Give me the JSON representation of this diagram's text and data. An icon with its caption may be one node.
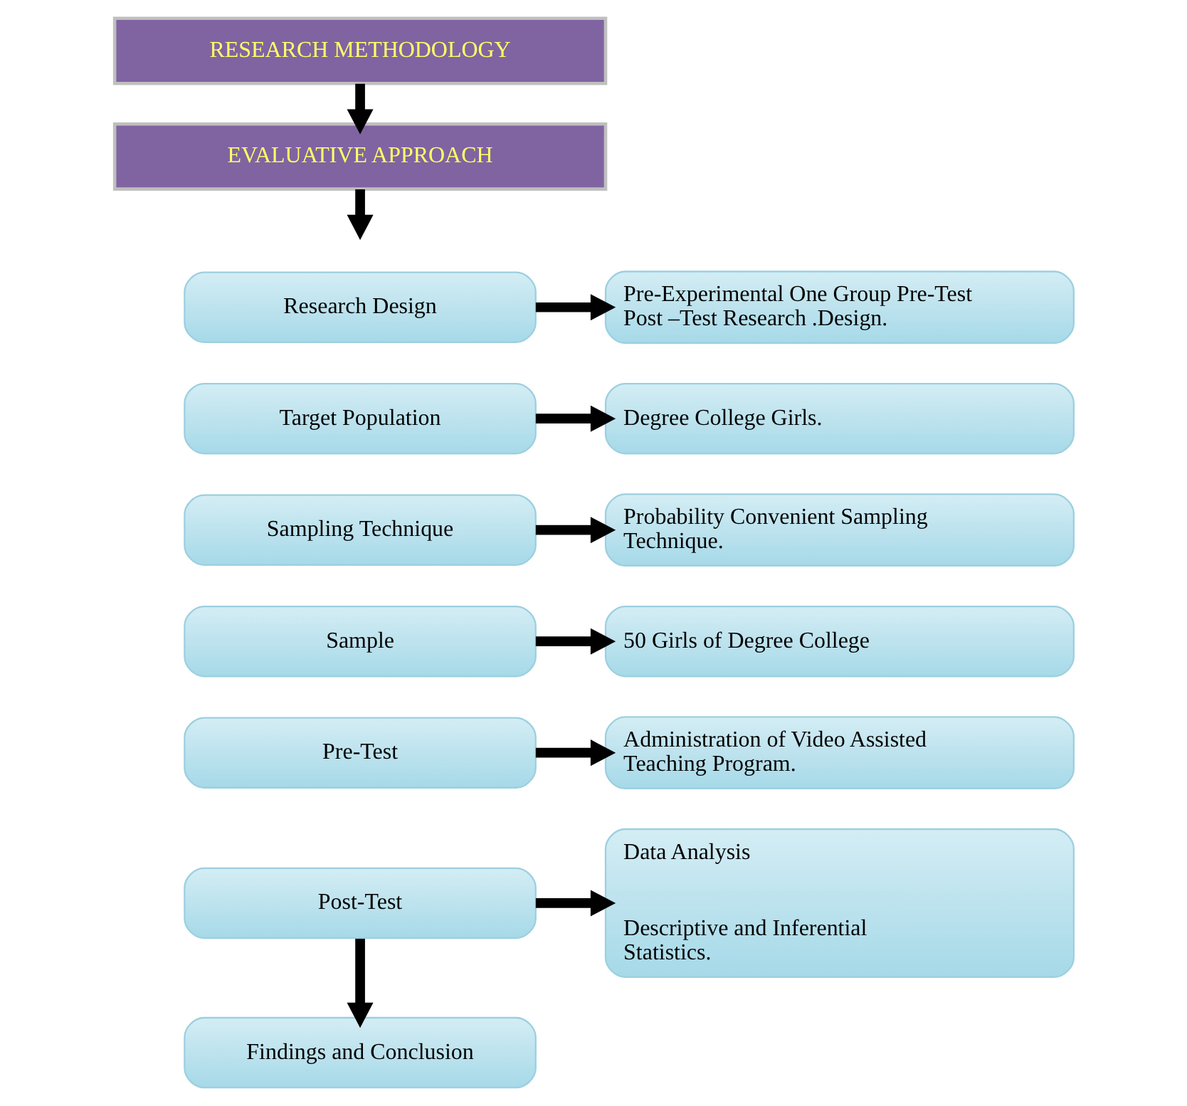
{
  "diagram": {
    "nodes": [
      {
        "text": [
          "RESEARCH METHODOLOGY"
        ]
      },
      {
        "text": [
          "EVALUATIVE APPROACH"
        ]
      },
      {
        "text": [
          "Research Design"
        ]
      },
      {
        "text": [
          "Pre-Experimental One Group Pre-Test Post –Test Research .Design."
        ]
      },
      {
        "text": [
          "Target Population"
        ]
      },
      {
        "text": [
          "Degree College Girls."
        ]
      },
      {
        "text": [
          "Sampling Technique"
        ]
      },
      {
        "text": [
          "Probability Convenient Sampling Technique."
        ]
      },
      {
        "text": [
          "Sample"
        ]
      },
      {
        "text": [
          "50 Girls of Degree College"
        ]
      },
      {
        "text": [
          "Pre-Test"
        ]
      },
      {
        "text": [
          "Administration of Video Assisted Teaching Program."
        ]
      },
      {
        "text": [
          "Post-Test"
        ]
      },
      {
        "text": [
          "Data Analysis",
          "Descriptive and Inferential Statistics."
        ]
      },
      {
        "text": [
          "Findings and Conclusion"
        ]
      }
    ],
    "edges": [
      {
        "from": 0,
        "to": 1,
        "arrow": "to"
      },
      {
        "from": 1,
        "to": null,
        "arrow": "to"
      },
      {
        "from": 2,
        "to": 3,
        "arrow": "to"
      },
      {
        "from": 4,
        "to": 5,
        "arrow": "to"
      },
      {
        "from": 6,
        "to": 7,
        "arrow": "to"
      },
      {
        "from": 8,
        "to": 9,
        "arrow": "to"
      },
      {
        "from": 10,
        "to": 11,
        "arrow": "to"
      },
      {
        "from": 12,
        "to": 13,
        "arrow": "to"
      },
      {
        "from": 12,
        "to": 14,
        "arrow": "to"
      }
    ]
  }
}
